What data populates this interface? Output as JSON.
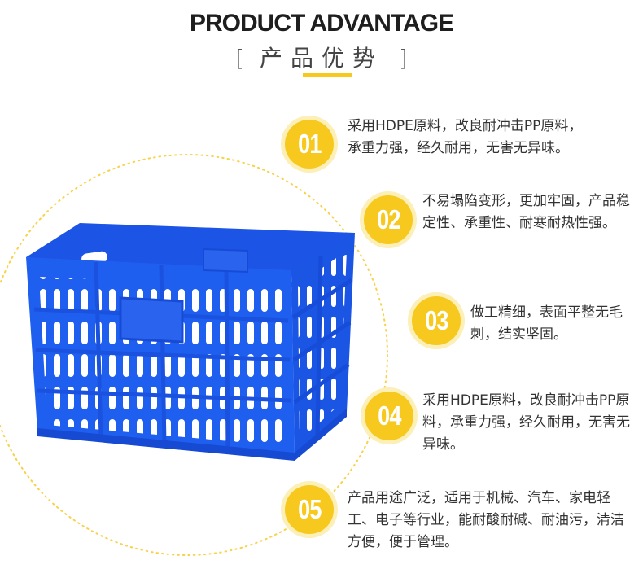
{
  "header": {
    "title": "PRODUCT ADVANTAGE",
    "subtitle_open": "[",
    "subtitle": "产品优势",
    "subtitle_close": "]"
  },
  "accent_color": "#f7c91e",
  "crate_color": "#1f5ff0",
  "features": [
    {
      "num": "01",
      "text": "采用HDPE原料，改良耐冲击PP原料，承重力强，经久耐用，无害无异味。"
    },
    {
      "num": "02",
      "text": "不易塌陷变形，更加牢固，产品稳定性、承重性、耐寒耐热性强。"
    },
    {
      "num": "03",
      "text": "做工精细，表面平整无毛刺，结实坚固。"
    },
    {
      "num": "04",
      "text": "采用HDPE原料，改良耐冲击PP原料，承重力强，经久耐用，无害无异味。"
    },
    {
      "num": "05",
      "text": "产品用途广泛，适用于机械、汽车、家电轻工、电子等行业，能耐酸耐碱、耐油污，清洁方便，便于管理。"
    }
  ]
}
